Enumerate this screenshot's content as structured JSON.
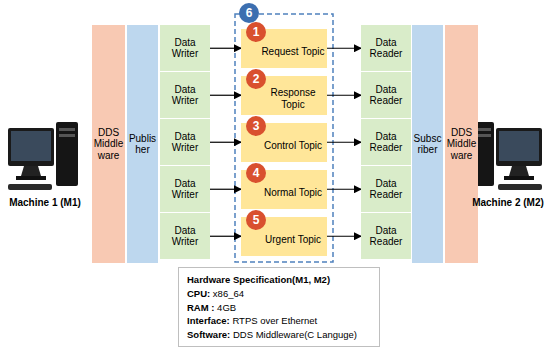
{
  "diagram": {
    "nodes": [
      {
        "text": [
          "DDS Middleware"
        ]
      },
      {
        "text": [
          "Publisher"
        ]
      },
      {
        "text": [
          "Data Writer"
        ]
      },
      {
        "text": [
          "Data Writer"
        ]
      },
      {
        "text": [
          "Data Writer"
        ]
      },
      {
        "text": [
          "Data Writer"
        ]
      },
      {
        "text": [
          "Data Writer"
        ]
      },
      {
        "text": [
          "Request Topic"
        ]
      },
      {
        "text": [
          "Response Topic"
        ]
      },
      {
        "text": [
          "Control Topic"
        ]
      },
      {
        "text": [
          "Normal Topic"
        ]
      },
      {
        "text": [
          "Urgent Topic"
        ]
      },
      {
        "text": [
          "Data Reader"
        ]
      },
      {
        "text": [
          "Data Reader"
        ]
      },
      {
        "text": [
          "Data Reader"
        ]
      },
      {
        "text": [
          "Data Reader"
        ]
      },
      {
        "text": [
          "Data Reader"
        ]
      },
      {
        "text": [
          "Subscriber"
        ]
      },
      {
        "text": [
          "DDS Middleware"
        ]
      },
      {
        "text": [
          "Hardware Specification(M1, M2)",
          "CPU: x86_64",
          "RAM : 4GB",
          "Interface: RTPS over Ethernet",
          "Software: DDS Middleware(C Languge)"
        ]
      }
    ],
    "edges": [
      {
        "from": 2,
        "to": 7,
        "arrow": "to"
      },
      {
        "from": 3,
        "to": 8,
        "arrow": "to"
      },
      {
        "from": 4,
        "to": 9,
        "arrow": "to"
      },
      {
        "from": 5,
        "to": 10,
        "arrow": "to"
      },
      {
        "from": 6,
        "to": 11,
        "arrow": "to"
      },
      {
        "from": 7,
        "to": 12,
        "arrow": "to"
      },
      {
        "from": 8,
        "to": 13,
        "arrow": "to"
      },
      {
        "from": 9,
        "to": 14,
        "arrow": "to"
      },
      {
        "from": 10,
        "to": 15,
        "arrow": "to"
      },
      {
        "from": 11,
        "to": 16,
        "arrow": "to"
      }
    ],
    "labels": [
      "Machine 1 (M1)",
      "Machine 2 (M2)",
      "1",
      "2",
      "3",
      "4",
      "5",
      "6"
    ]
  }
}
